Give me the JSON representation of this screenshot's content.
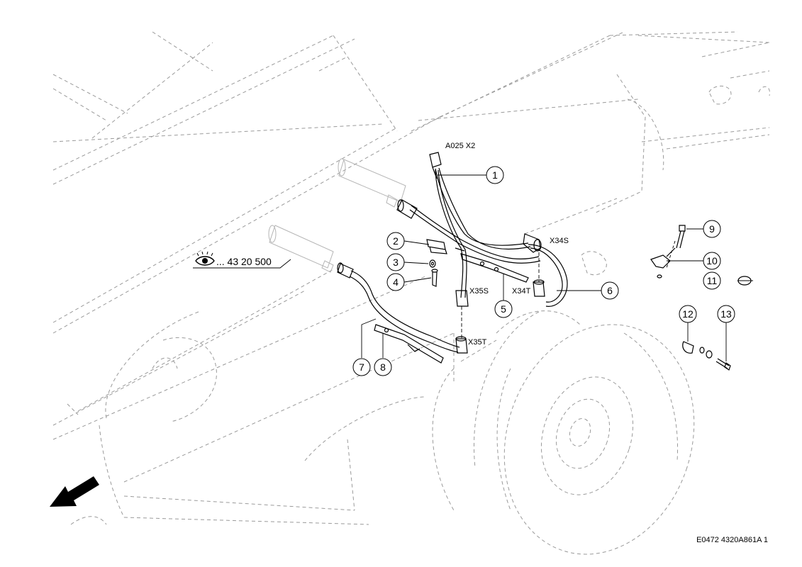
{
  "connectors": {
    "a025x2": "A025 X2",
    "x34s": "X34S",
    "x34t": "X34T",
    "x35s": "X35S",
    "x35t": "X35T"
  },
  "callouts": [
    "1",
    "2",
    "3",
    "4",
    "5",
    "6",
    "7",
    "8",
    "9",
    "10",
    "11",
    "12",
    "13"
  ],
  "reference": {
    "text": "... 43 20 500",
    "icon": "eye-icon"
  },
  "direction_arrow": {
    "icon": "travel-direction-arrow-icon"
  },
  "figure_code": "E0472 4320A861A 1"
}
